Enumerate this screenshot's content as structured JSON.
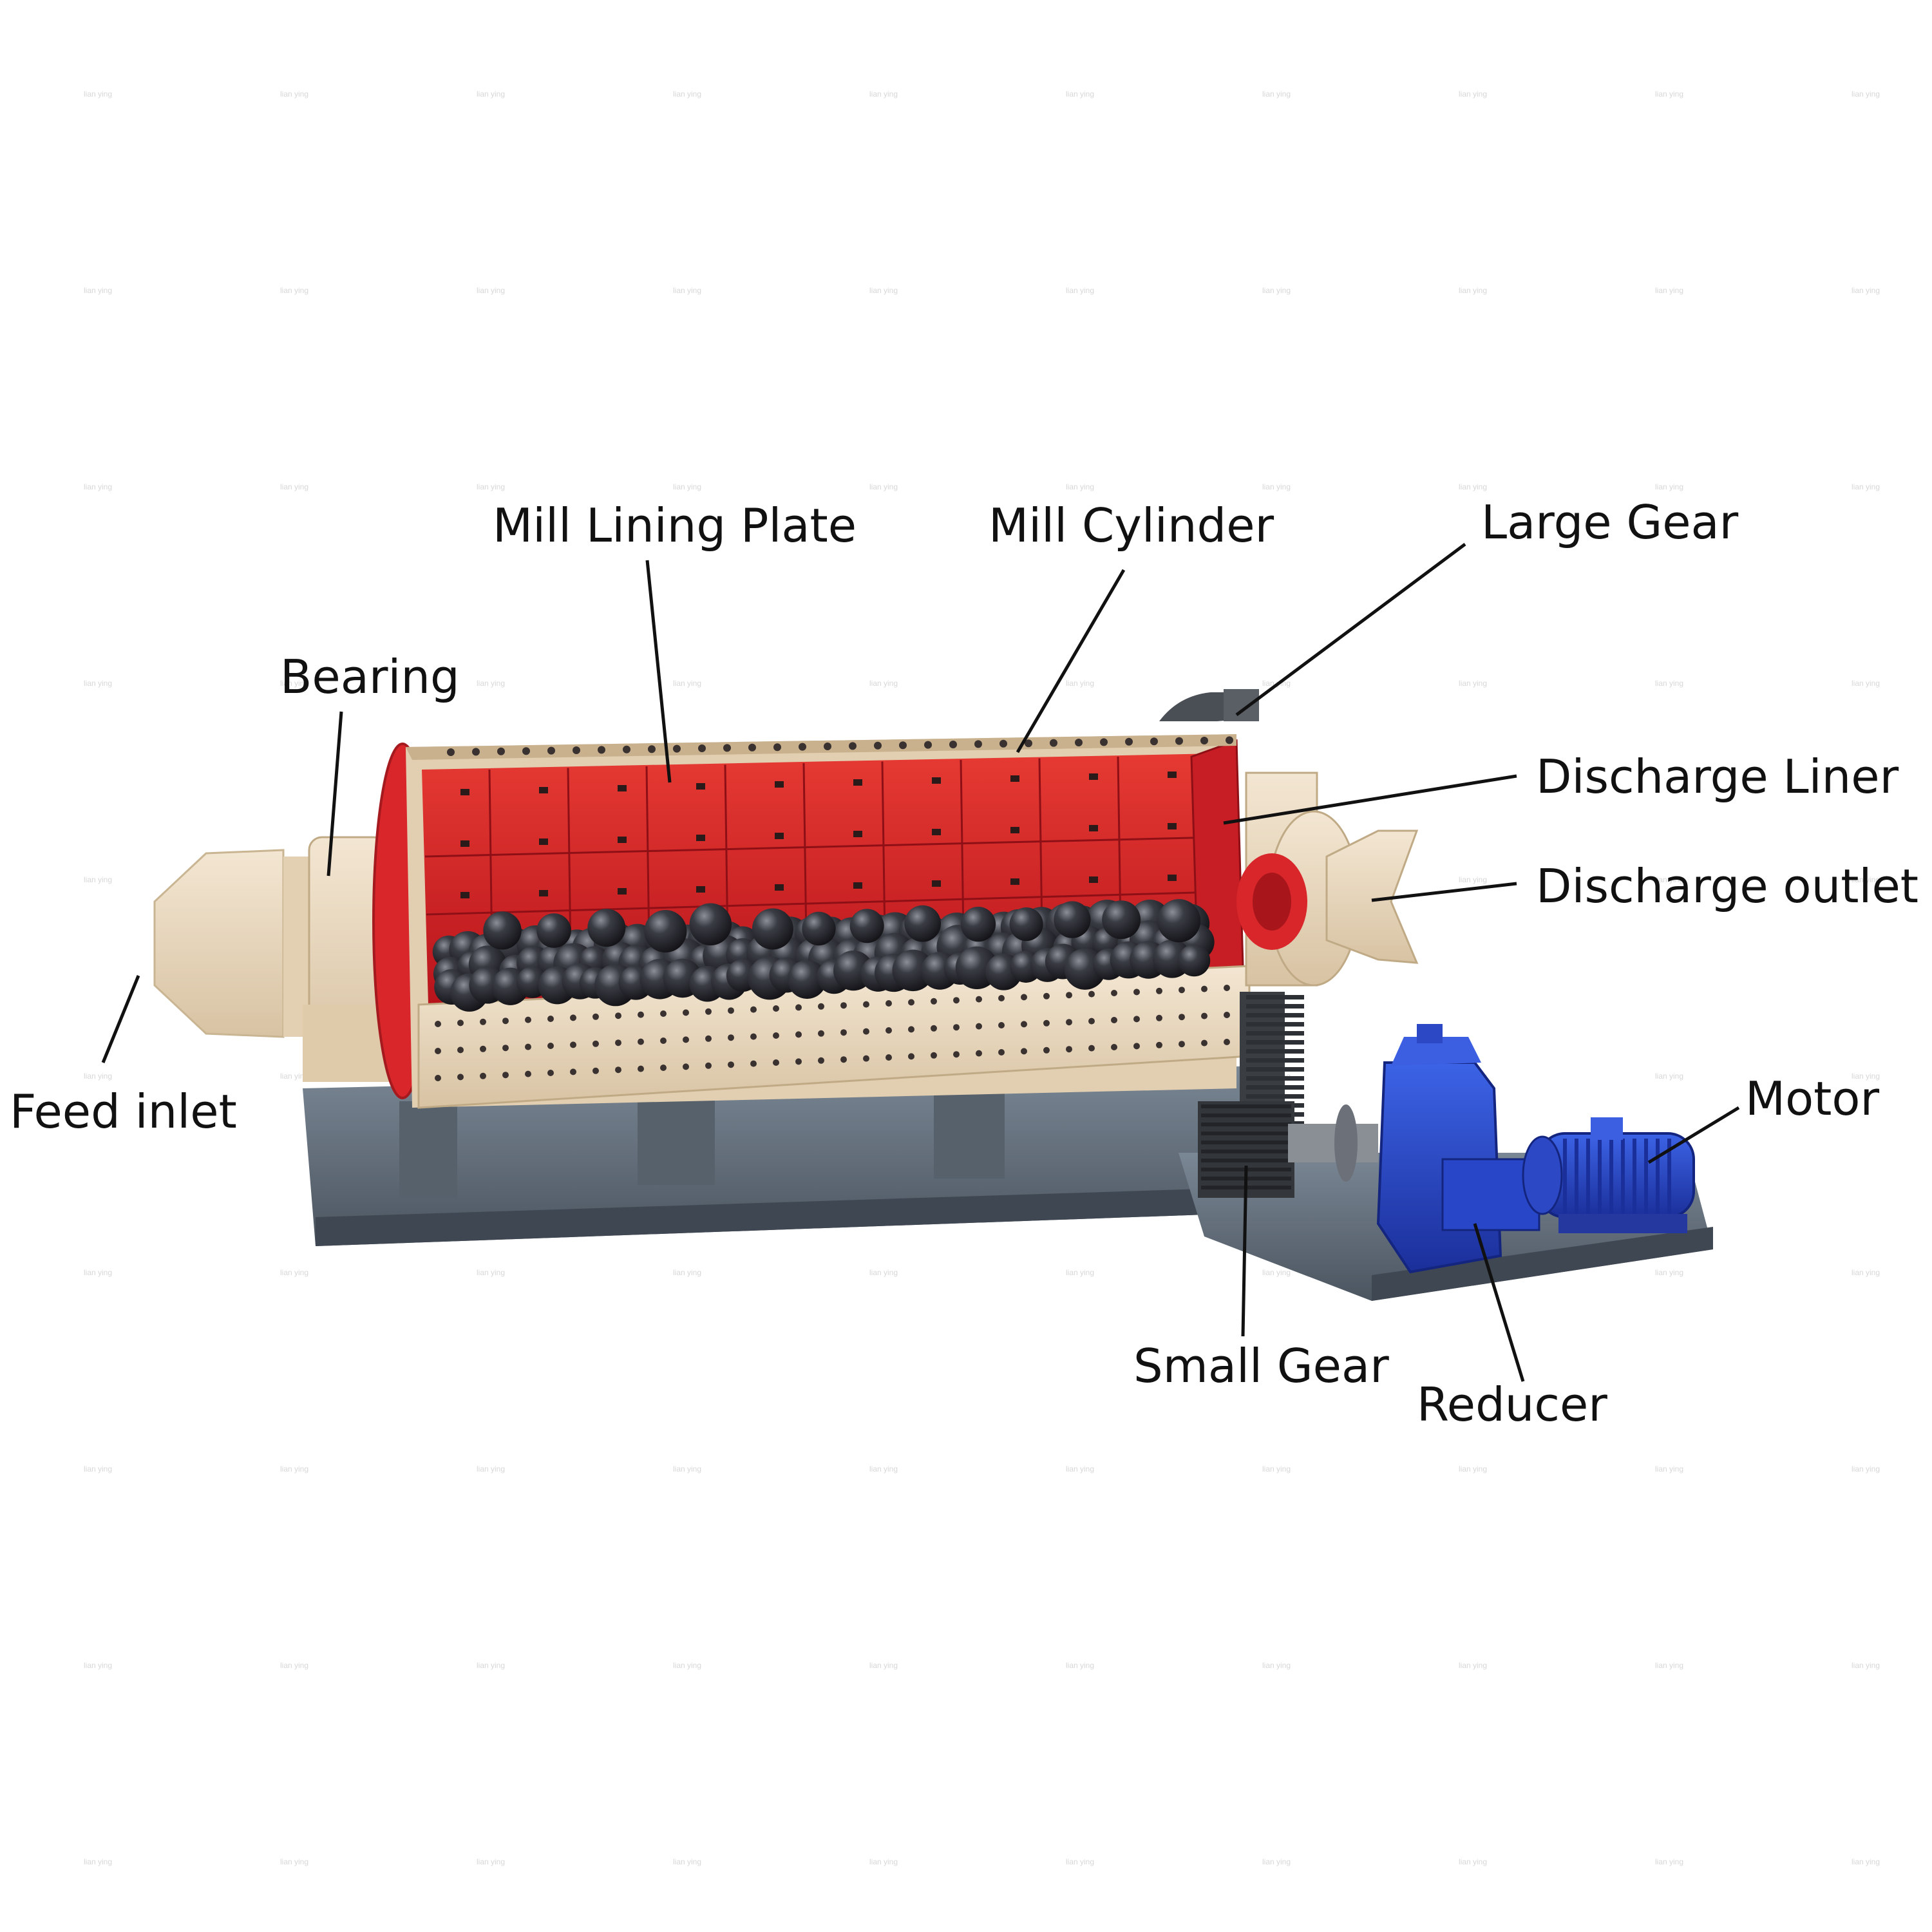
{
  "watermark": "lian ying",
  "labels": {
    "mill_lining_plate": "Mill Lining Plate",
    "mill_cylinder": "Mill Cylinder",
    "large_gear": "Large Gear",
    "bearing": "Bearing",
    "discharge_liner": "Discharge Liner",
    "discharge_outlet": "Discharge outlet",
    "feed_inlet": "Feed inlet",
    "motor": "Motor",
    "small_gear": "Small Gear",
    "reducer": "Reducer"
  },
  "colors": {
    "liner_red": "#d8262a",
    "shell_beige": "#e8d6bc",
    "frame_gray": "#5f6b77",
    "motor_blue": "#2746c8",
    "ball_dark": "#2a2a30",
    "gear_dark": "#3a3d42"
  }
}
